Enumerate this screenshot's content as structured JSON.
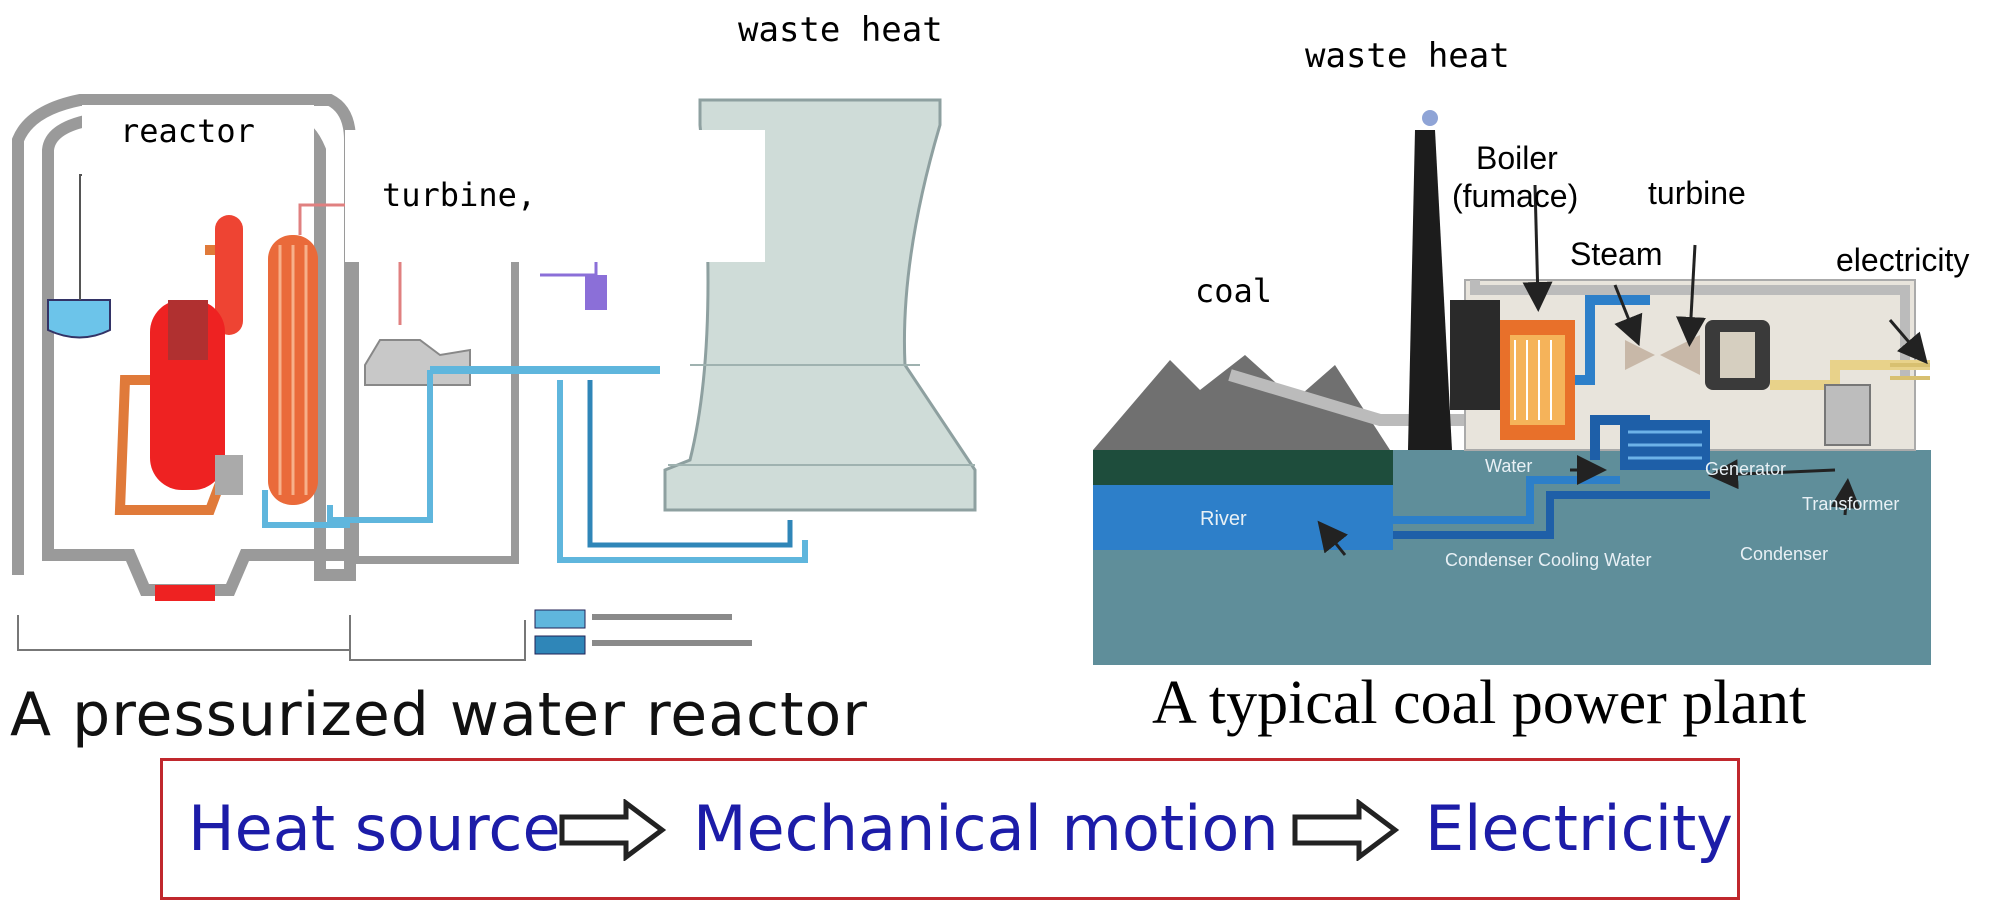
{
  "pwr": {
    "caption": "A pressurized water reactor",
    "label_waste_heat": "waste heat",
    "label_reactor": "reactor",
    "label_turbine": "turbine,"
  },
  "coal": {
    "caption": "A typical coal power plant",
    "label_waste_heat": "waste heat",
    "label_boiler_line1": "Boiler",
    "label_boiler_line2": "(fumace)",
    "label_turbine": "turbine",
    "label_steam": "Steam",
    "label_electricity": "electricity",
    "label_coal": "coal",
    "label_water": "Water",
    "label_generator": "Generator",
    "label_transformer": "Transformer",
    "label_river": "River",
    "label_condenser_cooling": "Condenser Cooling Water",
    "label_condenser": "Condenser"
  },
  "flow": {
    "heat_source": "Heat source",
    "mechanical_motion": "Mechanical motion",
    "electricity": "Electricity"
  },
  "colors": {
    "flow_text": "#1c1ca8",
    "flow_border": "#c0282d",
    "cooling_tower": "#cfdcd8",
    "reactor_red": "#ee2222",
    "loop_orange": "#e07a3a",
    "cooling_blue": "#5fb6dd",
    "coal_ground": "#5f8e9a",
    "river_blue": "#2d7fc9"
  }
}
